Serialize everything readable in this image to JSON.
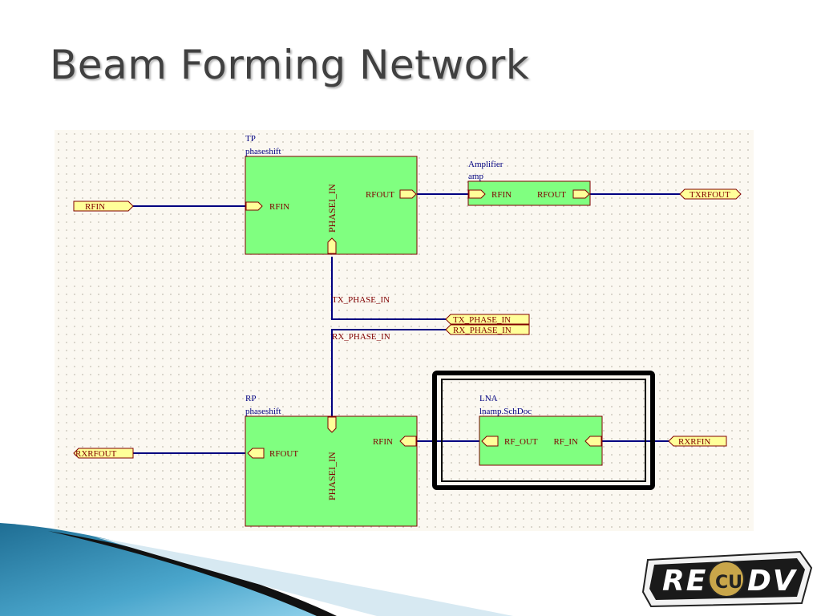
{
  "slide": {
    "title": "Beam Forming Network",
    "logo_text": "RE DV"
  },
  "schematic": {
    "colors": {
      "block_fill": "#80ff80",
      "wire": "#000080",
      "port_fill": "#ffff99",
      "label_blue": "#000080",
      "label_red": "#800000",
      "highlight_box": "#000000"
    },
    "tp_block": {
      "designator": "TP",
      "filename": "phaseshift",
      "pin_rfin": "RFIN",
      "pin_rfout": "RFOUT",
      "pin_phase": "PHASEI_IN"
    },
    "amp_block": {
      "designator": "Amplifier",
      "filename": "amp",
      "pin_rfin": "RFIN",
      "pin_rfout": "RFOUT"
    },
    "rp_block": {
      "designator": "RP",
      "filename": "phaseshift",
      "pin_rfout": "RFOUT",
      "pin_rfin": "RFIN",
      "pin_phase": "PHASEI_IN"
    },
    "lna_block": {
      "designator": "LNA",
      "filename": "lnamp.SchDoc",
      "pin_rfout": "RF_OUT",
      "pin_rfin": "RF_IN"
    },
    "ports": {
      "rfin": "RFIN",
      "txrfout": "TXRFOUT",
      "tx_phase_in": "TX_PHASE_IN",
      "rx_phase_in": "RX_PHASE_IN",
      "rxrfout": "RXRFOUT",
      "rxrfin": "RXRFIN"
    },
    "net_labels": {
      "tx_phase_in": "TX_PHASE_IN",
      "rx_phase_in": "RX_PHASE_IN"
    }
  }
}
